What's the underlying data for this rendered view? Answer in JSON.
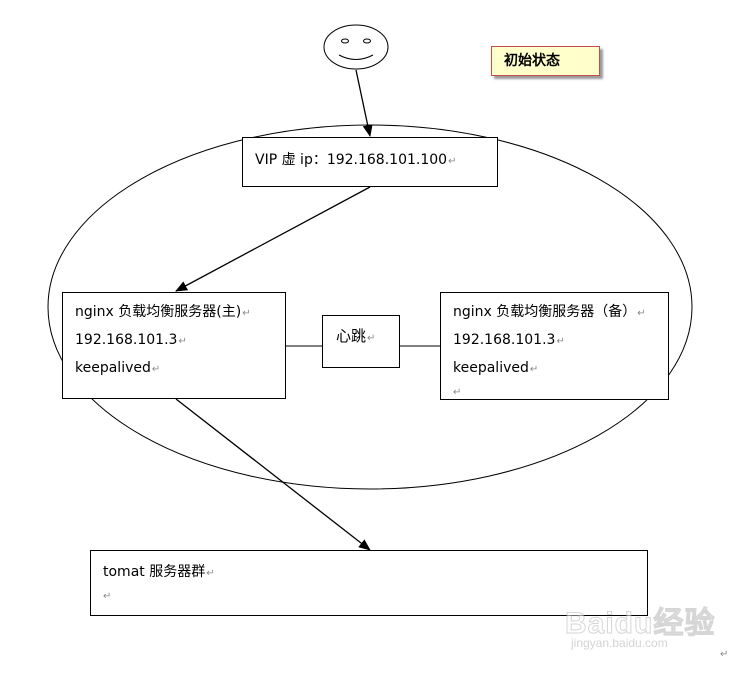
{
  "user_icon": "smiley-face-icon",
  "state_label": "初始状态",
  "vip_box": {
    "text": "VIP 虚 ip：192.168.101.100"
  },
  "main_server": {
    "line1": "nginx 负载均衡服务器(主)",
    "line2": "192.168.101.3",
    "line3": "keepalived"
  },
  "heartbeat": {
    "label": "心跳"
  },
  "backup_server": {
    "line1": "nginx 负载均衡服务器（备）",
    "line2": "192.168.101.3",
    "line3": "keepalived"
  },
  "tomcat_box": {
    "text": "tomat 服务器群"
  },
  "paragraph_mark": "↵",
  "watermark": {
    "text": "Baidu经验",
    "sub": "jingyan.baidu.com"
  },
  "colors": {
    "stroke": "#000000",
    "label_fill": "#ffffcc",
    "label_border": "#c0504d",
    "paragraph_mark": "#888888"
  }
}
